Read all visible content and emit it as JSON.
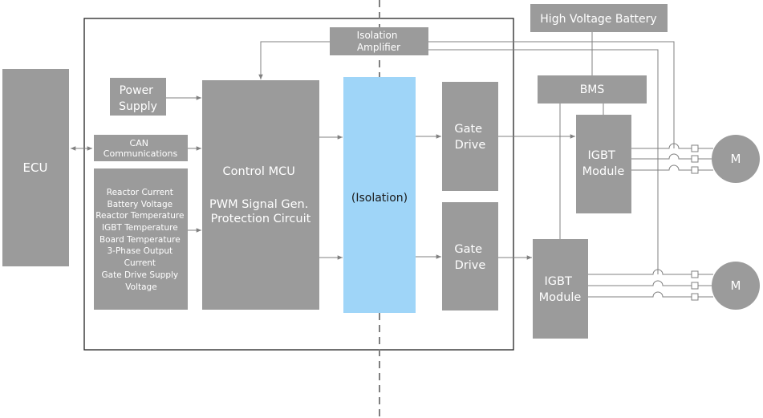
{
  "diagram": {
    "ecu": "ECU",
    "power_supply": [
      "Power",
      "Supply"
    ],
    "can": [
      "CAN",
      "Communications"
    ],
    "sensors": [
      "Reactor Current",
      "Battery Voltage",
      "Reactor Temperature",
      "IGBT Temperature",
      "Board Temperature",
      "3-Phase Output",
      "Current",
      "Gate Drive Supply",
      "Voltage"
    ],
    "mcu": [
      "Control MCU",
      "PWM Signal Gen.",
      "Protection Circuit"
    ],
    "isolation_amplifier": [
      "Isolation",
      "Amplifier"
    ],
    "isolation": "(Isolation)",
    "gate_drive_top": [
      "Gate",
      "Drive"
    ],
    "gate_drive_bottom": [
      "Gate",
      "Drive"
    ],
    "hv_battery": "High Voltage Battery",
    "bms": "BMS",
    "igbt_top": [
      "IGBT",
      "Module"
    ],
    "igbt_bottom": [
      "IGBT",
      "Module"
    ],
    "motor_top": "M",
    "motor_bottom": "M"
  },
  "colors": {
    "block": "#9b9b9b",
    "isolation": "#9fd5f8",
    "line": "#808080"
  }
}
